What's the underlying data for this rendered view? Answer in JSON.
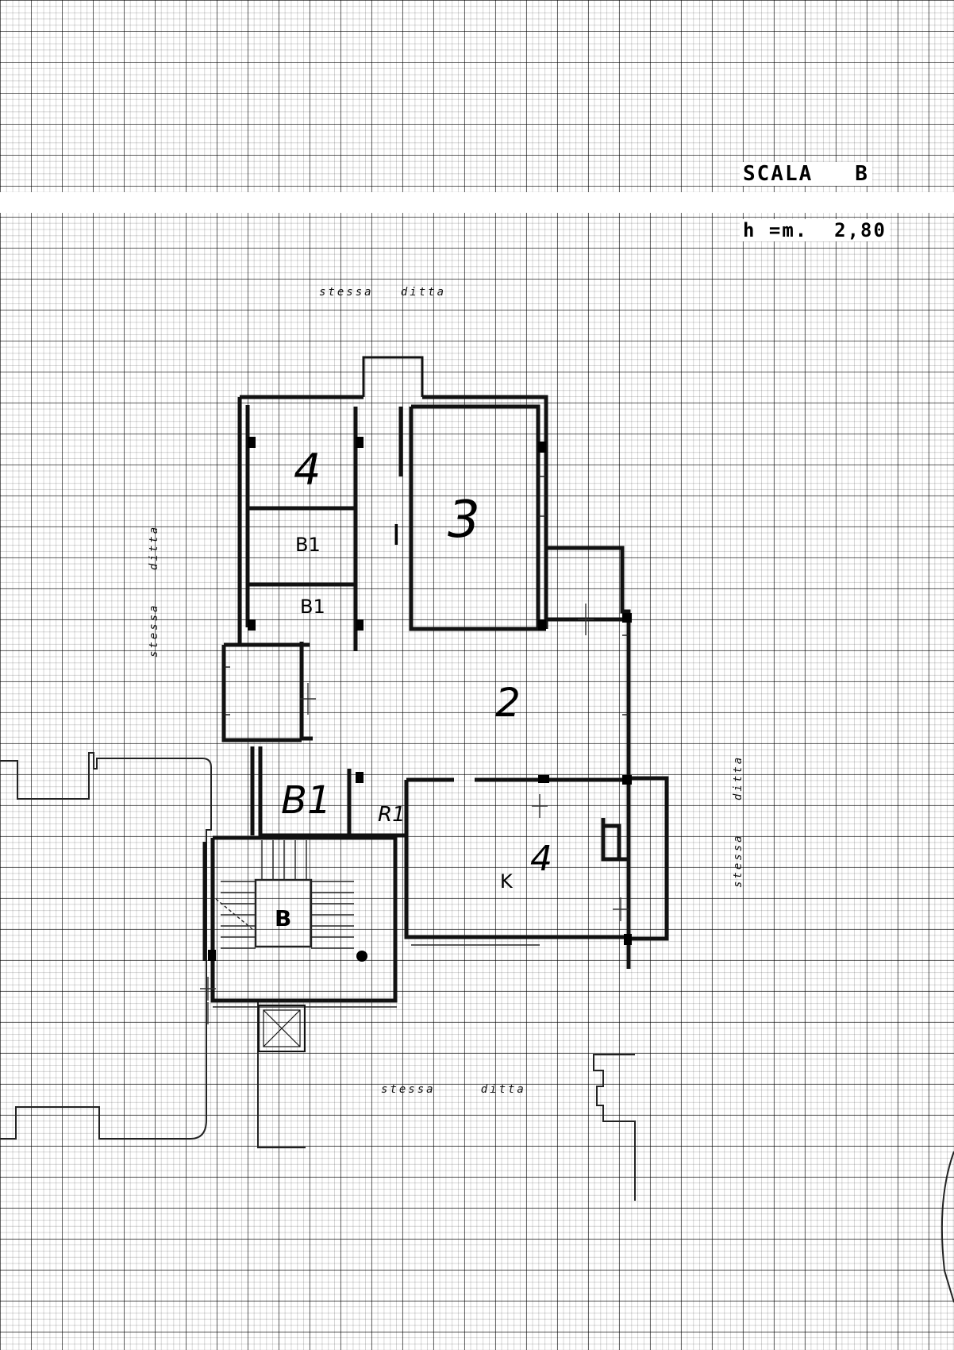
{
  "header": {
    "stair_label": "SCALA   B",
    "height_label": "h =m.  2,80"
  },
  "neighbors": {
    "top": "stessa   ditta",
    "left_line1": "stessa",
    "left_line2": "ditta",
    "right_line1": "stessa",
    "right_line2": "ditta",
    "bottom": "stessa     ditta"
  },
  "rooms": {
    "room_4": "4",
    "room_3": "3",
    "hall": "I",
    "bath_1": "B1",
    "bath_2": "B1",
    "room_2": "2",
    "closet": "B1",
    "small_room": "R1",
    "kitchen_letter": "K",
    "kitchen_number": "4",
    "stair": "B"
  }
}
